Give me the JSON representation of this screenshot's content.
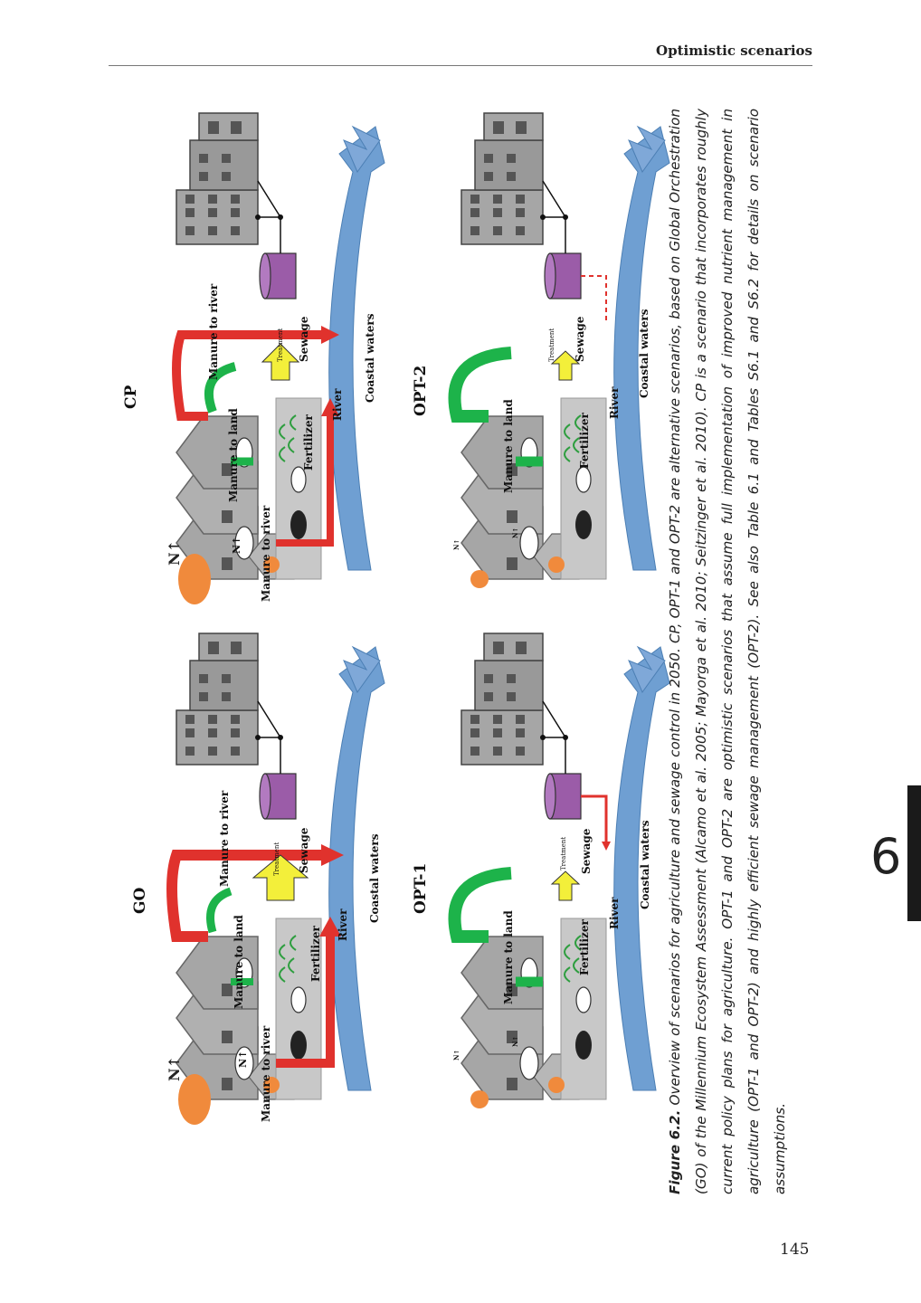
{
  "header": {
    "section_title": "Optimistic scenarios"
  },
  "chapter": {
    "number": "6"
  },
  "page": {
    "number": "145"
  },
  "panels": {
    "go": {
      "title": "GO",
      "labels": {
        "n_cloud": "N↑",
        "n_small": "N↑",
        "manure_river_left": "Manure to river",
        "manure_land": "Manure to land",
        "manure_river_top": "Manure to river",
        "fertilizer": "Fertilizer",
        "treatment": "Treatment",
        "sewage": "Sewage",
        "river": "River",
        "coastal": "Coastal waters"
      }
    },
    "cp": {
      "title": "CP",
      "labels": {
        "n_cloud": "N↑",
        "n_small": "N↑",
        "manure_river_left": "Manure to river",
        "manure_land": "Manure to land",
        "manure_river_top": "Manure to river",
        "fertilizer": "Fertilizer",
        "treatment": "Treatment",
        "sewage": "Sewage",
        "river": "River",
        "coastal": "Coastal waters"
      }
    },
    "opt1": {
      "title": "OPT-1",
      "labels": {
        "n_cloud": "N↑",
        "n_small": "N↑",
        "manure_land": "Manure to land",
        "fertilizer": "Fertilizer",
        "treatment": "Treatment",
        "sewage": "Sewage",
        "river": "River",
        "coastal": "Coastal waters"
      }
    },
    "opt2": {
      "title": "OPT-2",
      "labels": {
        "n_cloud": "N↑",
        "n_small": "N↑",
        "manure_land": "Manure to land",
        "fertilizer": "Fertilizer",
        "treatment": "Treatment",
        "sewage": "Sewage",
        "river": "River",
        "coastal": "Coastal waters"
      }
    }
  },
  "caption": {
    "label": "Figure 6.2.",
    "text": " Overview of scenarios for agriculture and sewage control in 2050. CP, OPT-1 and OPT-2 are alternative scenarios, based on Global Orchestration (GO) of the Millennium Ecosystem Assessment (Alcamo et al. 2005; Mayorga et al. 2010; Seitzinger et al. 2010). CP is a scenario that incorporates roughly current policy plans for agriculture. OPT-1 and OPT-2 are optimistic scenarios that assume full implementation of improved nutrient management in agriculture (OPT-1 and OPT-2) and highly efficient sewage management (OPT-2). See also Table 6.1 and Tables S6.1 and S6.2 for details on scenario assumptions."
  },
  "colors": {
    "red_arrow": "#e0322d",
    "green_arrow": "#1db34a",
    "yellow_arrow": "#f3ef3a",
    "river": "#6f9fd2",
    "building": "#a6a6a6",
    "treatment": "#9b5ca8",
    "cloud": "#f08a3c"
  }
}
